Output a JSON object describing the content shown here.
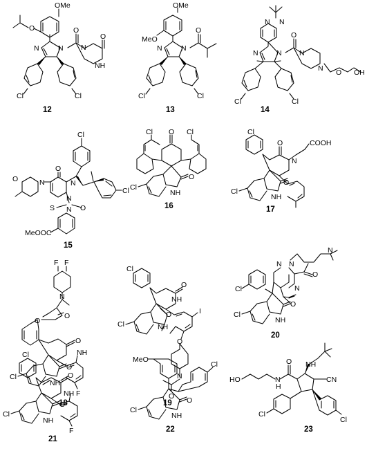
{
  "compounds": [
    {
      "number": "12",
      "labels": [
        "OMe",
        "O",
        "N",
        "N",
        "O",
        "N",
        "NH",
        "O",
        "Cl",
        "Cl"
      ]
    },
    {
      "number": "13",
      "labels": [
        "OMe",
        "MeO",
        "N",
        "N",
        "O",
        "Cl",
        "Cl"
      ]
    },
    {
      "number": "14",
      "labels": [
        "N",
        "N",
        "N",
        "N",
        "O",
        "N",
        "N",
        "O",
        "OH",
        "Cl",
        "Cl"
      ]
    },
    {
      "number": "15",
      "labels": [
        "Cl",
        "O",
        "N",
        "N",
        "O",
        "N",
        "N",
        "S",
        "O",
        "O",
        "MeOOC",
        "Cl"
      ]
    },
    {
      "number": "16",
      "labels": [
        "O",
        "Cl",
        "Cl",
        "Cl",
        "O",
        "NH"
      ]
    },
    {
      "number": "17",
      "labels": [
        "Cl",
        "O",
        "N",
        "COOH",
        "Cl",
        "O",
        "NH"
      ]
    },
    {
      "number": "18",
      "labels": [
        "F",
        "F",
        "N",
        "O",
        "O",
        "O",
        "NH",
        "Cl",
        "O",
        "NH",
        "F"
      ]
    },
    {
      "number": "19",
      "labels": [
        "Cl",
        "O",
        "NH",
        "I",
        "Cl",
        "O",
        "NH",
        "O",
        "N",
        "O"
      ]
    },
    {
      "number": "20",
      "labels": [
        "N",
        "N",
        "N",
        "O",
        "N",
        "Cl",
        "Cl",
        "O",
        "NH"
      ]
    },
    {
      "number": "21",
      "labels": [
        "Cl",
        "O",
        "NH",
        "Cl",
        "O",
        "NH",
        "F"
      ]
    },
    {
      "number": "22",
      "labels": [
        "MeO",
        "Cl",
        "Cl",
        "O",
        "NH"
      ]
    },
    {
      "number": "23",
      "labels": [
        "HO",
        "O",
        "N",
        "H",
        "NH",
        "CN",
        "Cl",
        "Cl"
      ]
    }
  ]
}
